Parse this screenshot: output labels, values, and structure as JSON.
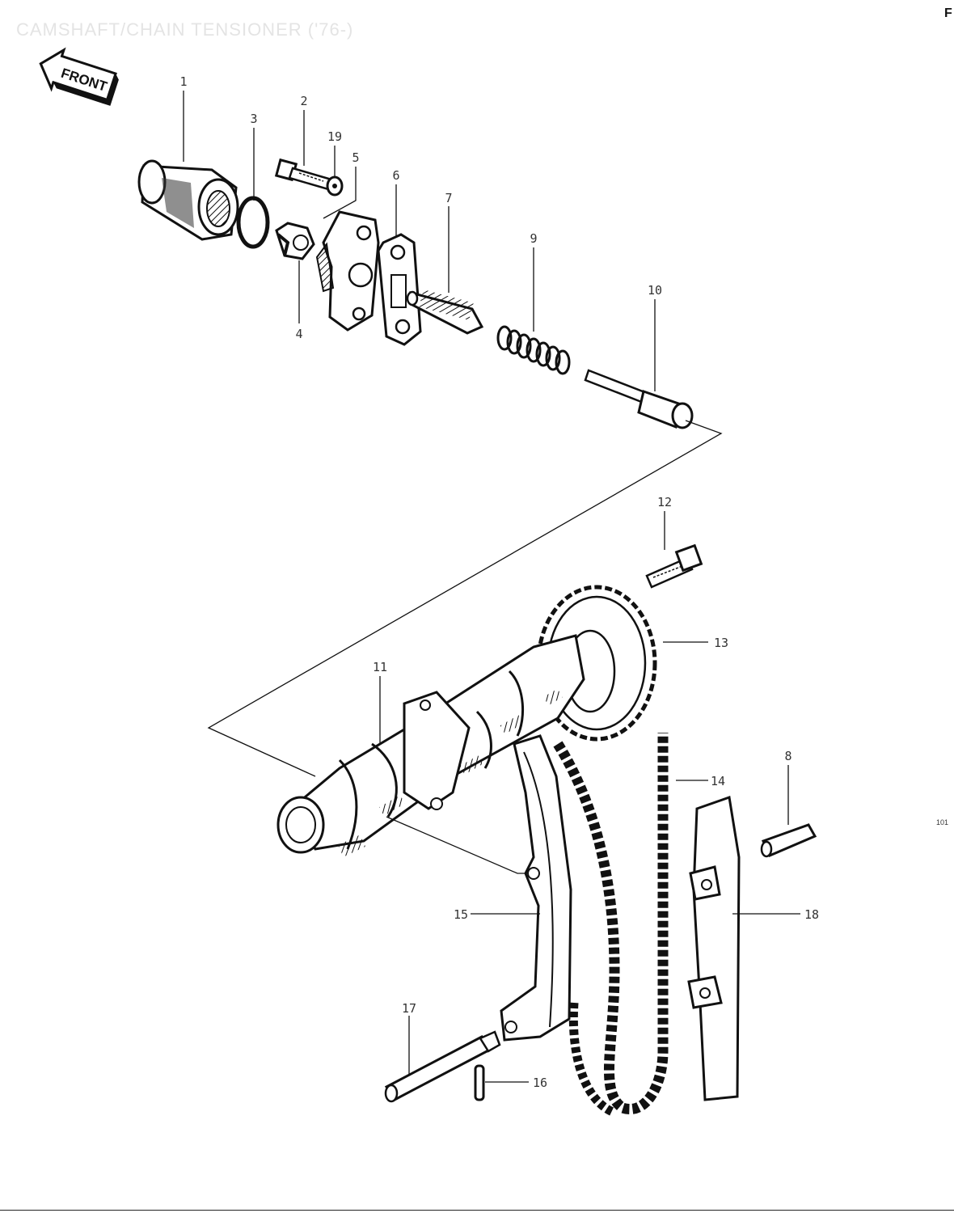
{
  "header": {
    "title": "CAMSHAFT/CHAIN TENSIONER ('76-)",
    "corner_mark": "F",
    "side_code": "101"
  },
  "front_badge": {
    "label": "FRONT",
    "icon": "front-arrow-icon"
  },
  "callouts": {
    "n1": "1",
    "n2": "2",
    "n3": "3",
    "n4": "4",
    "n5": "5",
    "n6": "6",
    "n7": "7",
    "n8": "8",
    "n9": "9",
    "n10": "10",
    "n11": "11",
    "n12": "12",
    "n13": "13",
    "n14": "14",
    "n15": "15",
    "n16": "16",
    "n17": "17",
    "n18": "18",
    "n19": "19"
  },
  "colors": {
    "ink": "#111111",
    "paper": "#ffffff",
    "faint_header": "#e4e4e4"
  }
}
